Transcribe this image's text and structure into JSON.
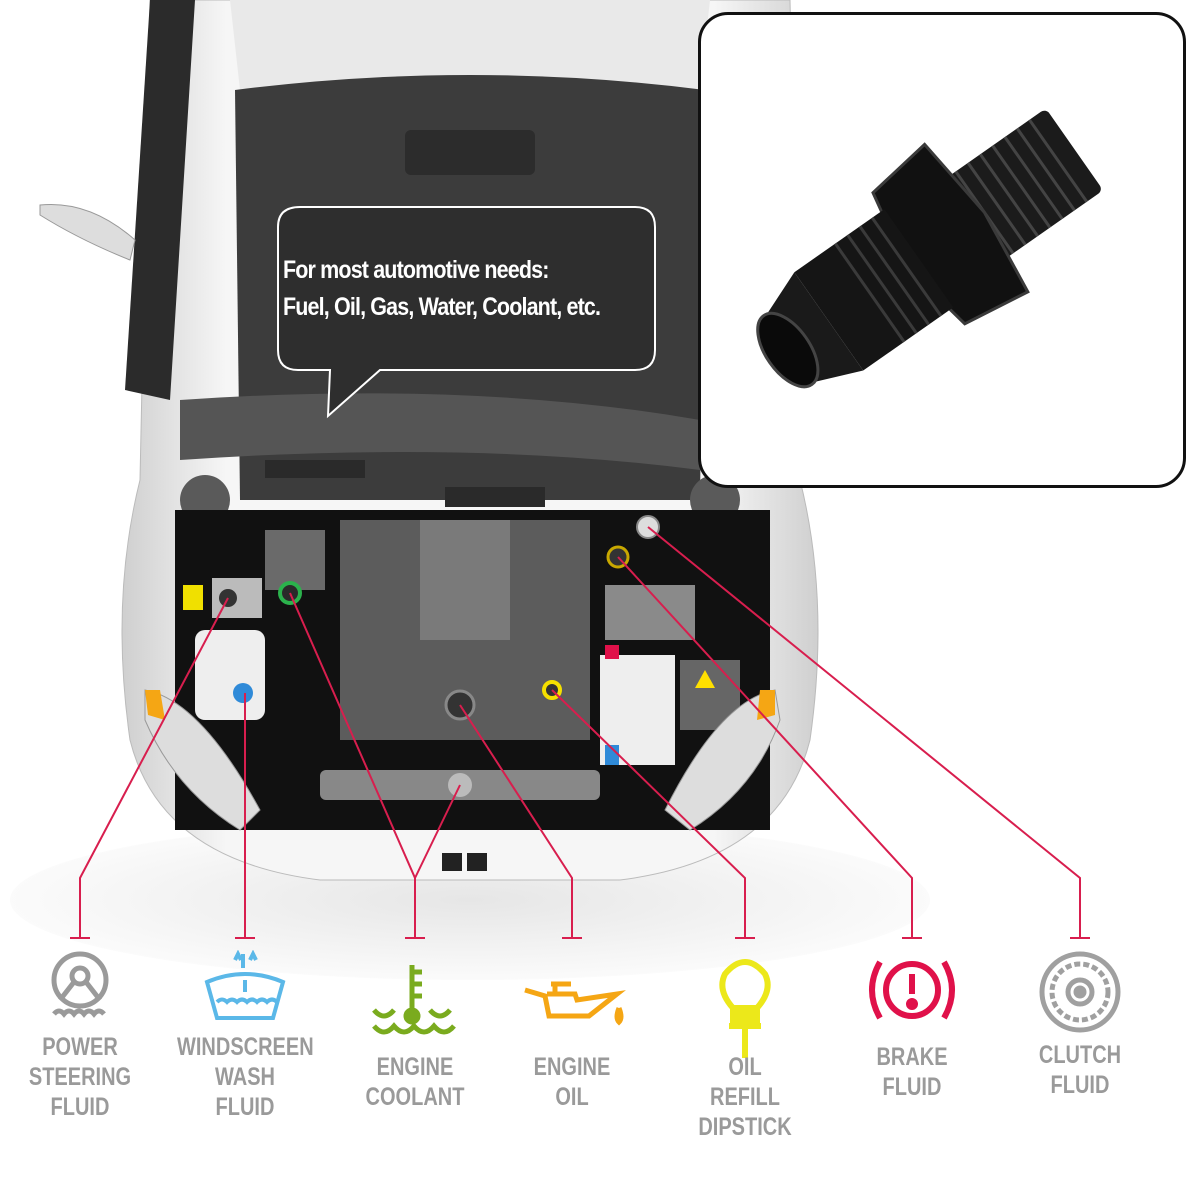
{
  "callout": {
    "line1": "For most automotive needs:",
    "line2": "Fuel, Oil, Gas, Water, Coolant, etc."
  },
  "colors": {
    "leader": "#d81e4e",
    "label": "#9a9a9a",
    "hood": "#3a3a3a",
    "power_steering": "#9a9a9a",
    "windscreen": "#5bb8e8",
    "coolant": "#7aab1e",
    "engine_oil": "#f5a614",
    "dipstick": "#ece81a",
    "brake": "#e0114a",
    "clutch": "#a0a0a0"
  },
  "fluids": [
    {
      "icon": "steering-wheel-icon",
      "lines": [
        "POWER",
        "STEERING",
        "FLUID"
      ]
    },
    {
      "icon": "windscreen-washer-icon",
      "lines": [
        "WINDSCREEN",
        "WASH",
        "FLUID"
      ]
    },
    {
      "icon": "coolant-temperature-icon",
      "lines": [
        "ENGINE",
        "COOLANT"
      ]
    },
    {
      "icon": "oil-can-icon",
      "lines": [
        "ENGINE",
        "OIL"
      ]
    },
    {
      "icon": "dipstick-icon",
      "lines": [
        "OIL",
        "REFILL",
        "DIPSTICK"
      ]
    },
    {
      "icon": "brake-warning-icon",
      "lines": [
        "BRAKE",
        "FLUID"
      ]
    },
    {
      "icon": "clutch-disc-icon",
      "lines": [
        "CLUTCH",
        "FLUID"
      ]
    }
  ]
}
